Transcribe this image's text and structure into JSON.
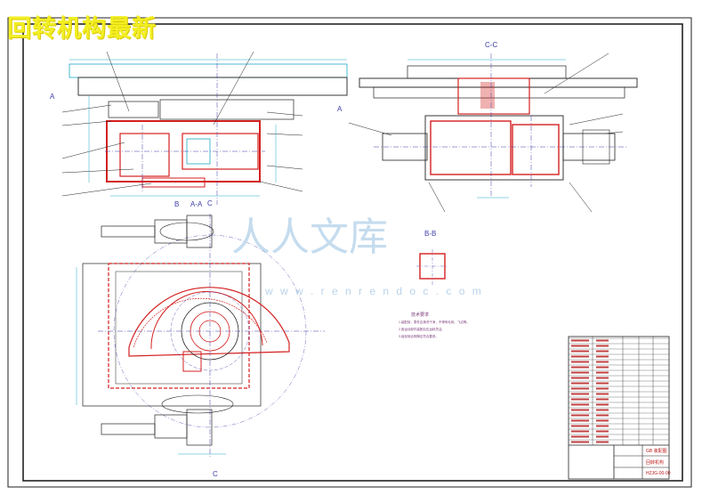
{
  "header": {
    "title": "回转机构最新"
  },
  "views": {
    "top_label": "C-C",
    "section_aa": "A-A",
    "section_bb": "B-B",
    "cut_a_left": "A",
    "cut_a_right": "A",
    "cut_b": "B",
    "cut_c_top": "C",
    "cut_c_bottom": "C"
  },
  "watermark": {
    "cjk": "人人文库",
    "url": "w w w . r e n r e n d o c . c o m"
  },
  "notes": {
    "heading": "技术要求",
    "lines": [
      "1.装配前，零件应清洗干净，不得有毛刺、飞边等。",
      "2.各运动部件装配后应运转灵活。",
      "3.齿轮啮合侧隙应符合要求。"
    ]
  },
  "title_block": {
    "drawing_name": "回转机构",
    "project": "GB 装配图",
    "drawing_no": "HZJG-00-00"
  },
  "colors": {
    "frame": "#1a1a1a",
    "red": "#d42020",
    "cyan": "#20a8c8",
    "blue": "#3c3ca8",
    "magenta": "#b030b0",
    "title_yellow": "#f2ee22"
  }
}
